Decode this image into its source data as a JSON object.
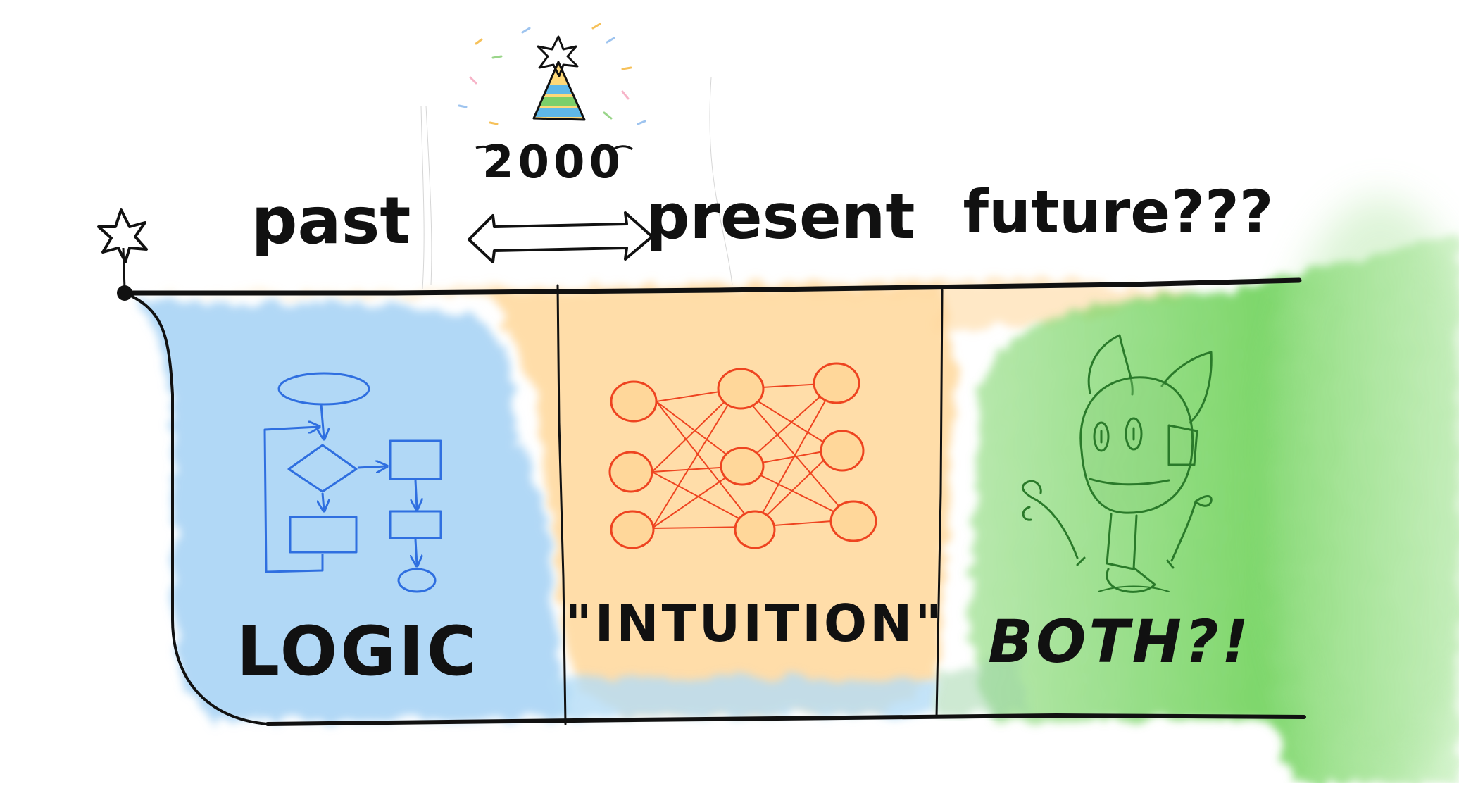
{
  "timeline": {
    "year_label": "2000",
    "eras": [
      {
        "heading": "past",
        "caption": "LOGIC",
        "icon": "flowchart-icon",
        "color": "#2f6fe0"
      },
      {
        "heading": "present",
        "caption": "\"INTUITION\"",
        "icon": "neural-network-icon",
        "color": "#ee4420"
      },
      {
        "heading": "future???",
        "caption": "BOTH?!",
        "icon": "robot-character-icon",
        "color": "#2f8a2a"
      }
    ]
  },
  "colors": {
    "logic_fill": "#a9d4f5",
    "intuition_fill": "#ffd79a",
    "both_fill": "#7ed66b",
    "ink": "#111111"
  }
}
